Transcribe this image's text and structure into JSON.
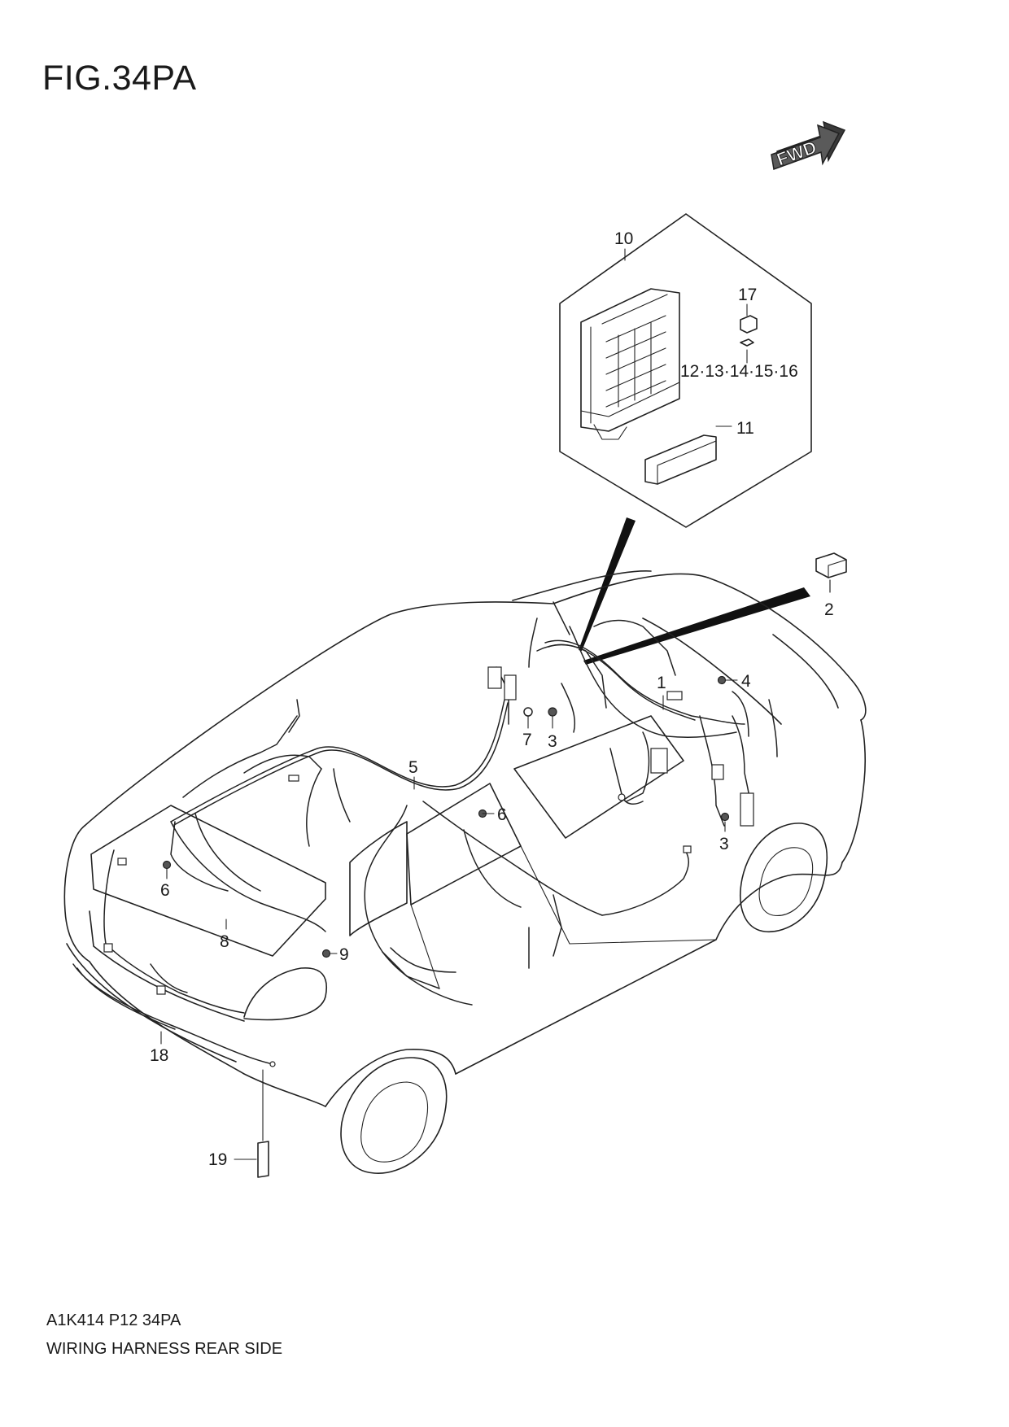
{
  "figure": {
    "title": "FIG.34PA",
    "code": "A1K414 P12 34PA",
    "caption": "WIRING HARNESS REAR SIDE",
    "fwd_label": "FWD"
  },
  "callouts": [
    {
      "id": "c1",
      "label": "1"
    },
    {
      "id": "c2",
      "label": "2"
    },
    {
      "id": "c3a",
      "label": "3"
    },
    {
      "id": "c3b",
      "label": "3"
    },
    {
      "id": "c4",
      "label": "4"
    },
    {
      "id": "c5",
      "label": "5"
    },
    {
      "id": "c6a",
      "label": "6"
    },
    {
      "id": "c6b",
      "label": "6"
    },
    {
      "id": "c7",
      "label": "7"
    },
    {
      "id": "c8",
      "label": "8"
    },
    {
      "id": "c9",
      "label": "9"
    },
    {
      "id": "c10",
      "label": "10"
    },
    {
      "id": "c11",
      "label": "11"
    },
    {
      "id": "c1216",
      "label": "12·13·14·15·16"
    },
    {
      "id": "c17",
      "label": "17"
    },
    {
      "id": "c18",
      "label": "18"
    },
    {
      "id": "c19",
      "label": "19"
    }
  ]
}
